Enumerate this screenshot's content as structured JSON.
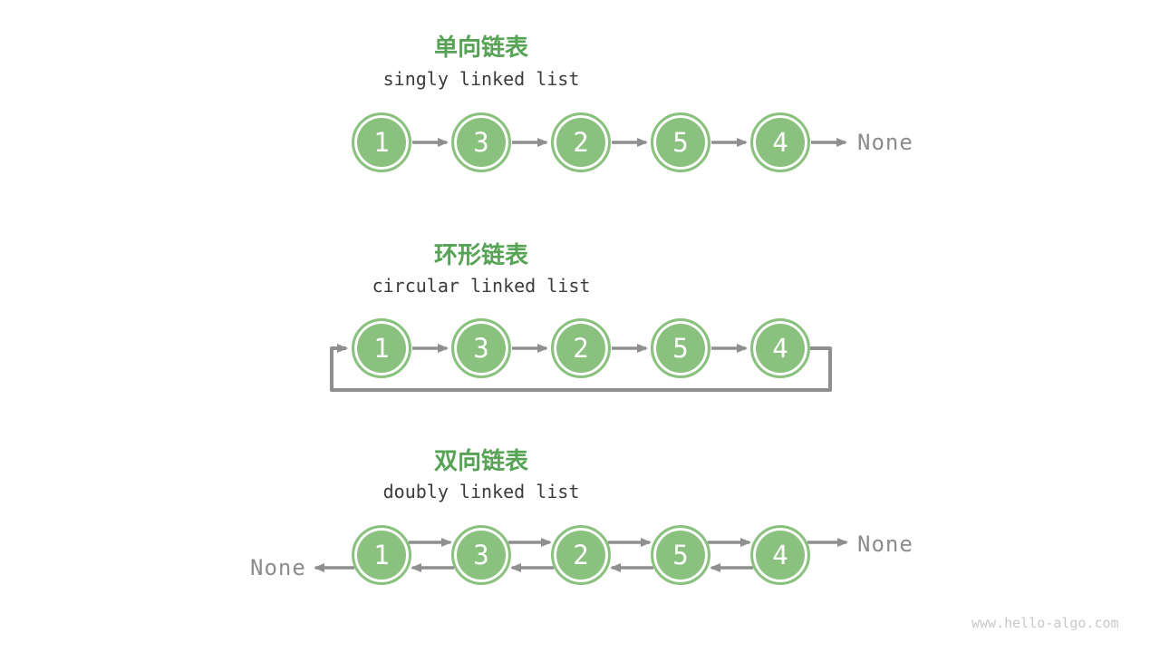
{
  "page": {
    "watermark": "www.hello-algo.com"
  },
  "colors": {
    "node_green": "#8ac17e",
    "title_green": "#57a355",
    "arrow_gray": "#8f8f8f",
    "subtitle_dark": "#3b3b3b",
    "none_gray": "#8c8c8c",
    "watermark_gray": "#c8c8c8"
  },
  "lists": {
    "singly": {
      "title_zh": "单向链表",
      "title_en": "singly linked list",
      "nodes": [
        "1",
        "3",
        "2",
        "5",
        "4"
      ],
      "tail_next": "None"
    },
    "circular": {
      "title_zh": "环形链表",
      "title_en": "circular linked list",
      "nodes": [
        "1",
        "3",
        "2",
        "5",
        "4"
      ]
    },
    "doubly": {
      "title_zh": "双向链表",
      "title_en": "doubly linked list",
      "nodes": [
        "1",
        "3",
        "2",
        "5",
        "4"
      ],
      "head_prev": "None",
      "tail_next": "None"
    }
  }
}
